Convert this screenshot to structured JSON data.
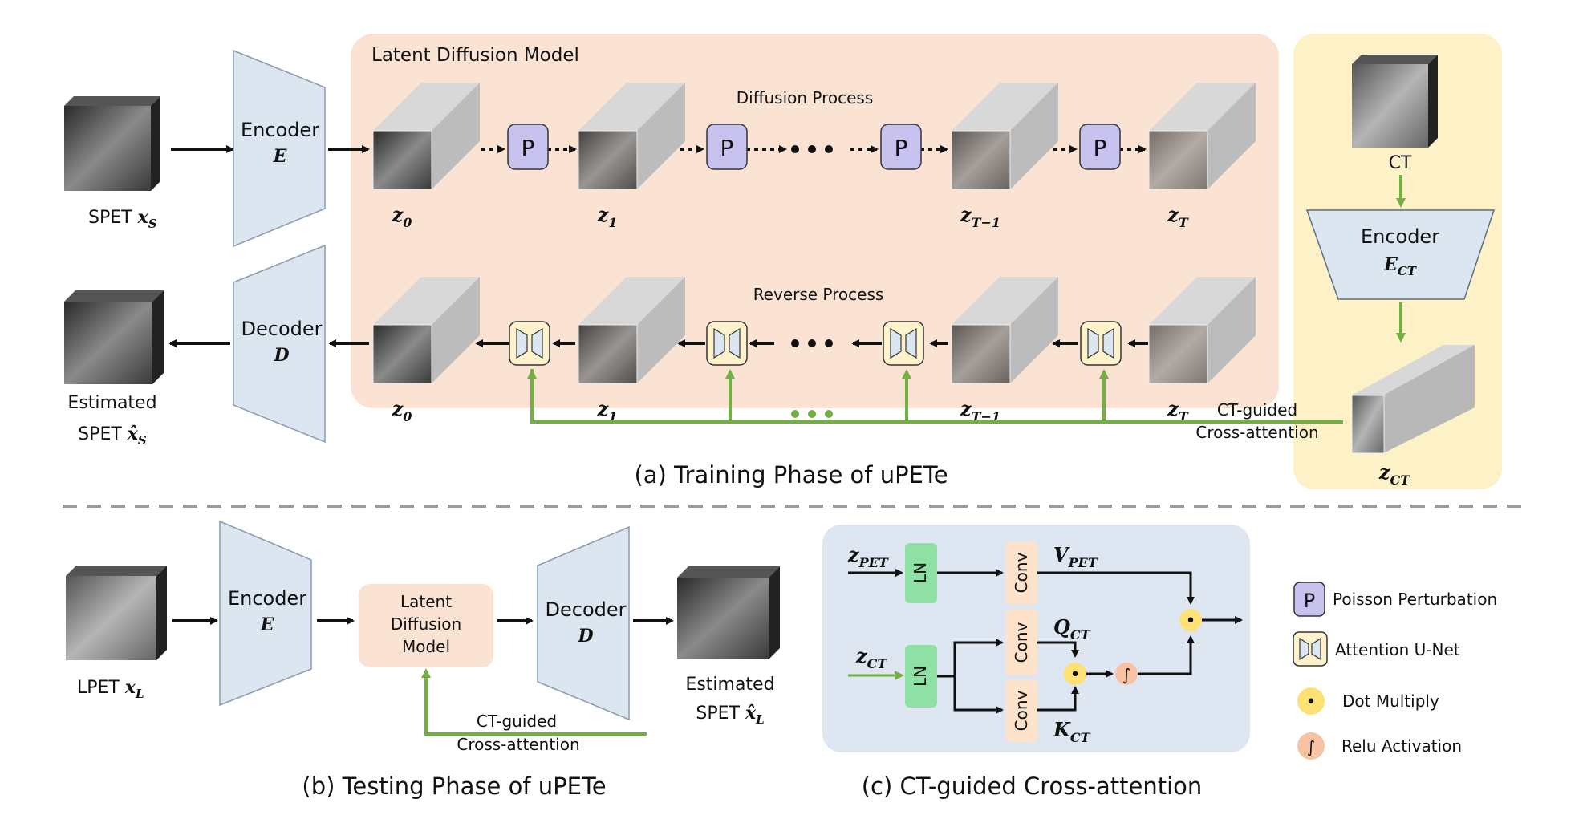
{
  "training": {
    "caption": "(a) Training Phase of uPETe",
    "input_label": "SPET",
    "input_var": "x",
    "input_sub": "S",
    "encoder": {
      "label": "Encoder",
      "var": "E"
    },
    "decoder": {
      "label": "Decoder",
      "var": "D"
    },
    "output_label_line1": "Estimated",
    "output_label_line2": "SPET",
    "output_var": "x̂",
    "output_sub": "S",
    "ldm_title": "Latent Diffusion Model",
    "diffusion_label": "Diffusion Process",
    "reverse_label": "Reverse Process",
    "p_label": "P",
    "z": "z",
    "z_subs": [
      "0",
      "1",
      "T−1",
      "T"
    ],
    "ct_label": "CT",
    "ct_encoder": {
      "label": "Encoder",
      "var": "E",
      "sub": "CT"
    },
    "z_ct_sub": "CT",
    "cross_attn_line1": "CT-guided",
    "cross_attn_line2": "Cross-attention"
  },
  "testing": {
    "caption": "(b) Testing Phase of uPETe",
    "input_label": "LPET",
    "input_var": "x",
    "input_sub": "L",
    "encoder": {
      "label": "Encoder",
      "var": "E"
    },
    "ldm_line1": "Latent",
    "ldm_line2": "Diffusion",
    "ldm_line3": "Model",
    "decoder": {
      "label": "Decoder",
      "var": "D"
    },
    "output_line1": "Estimated",
    "output_line2": "SPET",
    "output_var": "x̂",
    "output_sub": "L",
    "cross_attn_line1": "CT-guided",
    "cross_attn_line2": "Cross-attention"
  },
  "cross_attention": {
    "caption": "(c) CT-guided Cross-attention",
    "z_pet_sub": "PET",
    "z_ct_sub": "CT",
    "ln": "LN",
    "conv": "Conv",
    "v": "V",
    "v_sub": "PET",
    "q": "Q",
    "q_sub": "CT",
    "k": "K",
    "k_sub": "CT",
    "dot": "•",
    "relu": "∫"
  },
  "legend": {
    "p_symbol": "P",
    "poisson": "Poisson Perturbation",
    "unet": "Attention U-Net",
    "dot_symbol": "•",
    "dot": "Dot Multiply",
    "relu_symbol": "∫",
    "relu": "Relu Activation"
  },
  "colors": {
    "ldm_bg": "#fbe3d3",
    "ct_bg": "#fdf1c8",
    "panel_c_bg": "#dde6f1",
    "encoder_fill": "#dce6f1",
    "p_box": "#c7c3ee",
    "unet_box": "#fdf2cc",
    "green": "#73b044",
    "ln_box": "#8fe0a4",
    "conv_box": "#fde3cc",
    "dot_circle": "#fde174",
    "relu_circle": "#f8c3a2"
  }
}
